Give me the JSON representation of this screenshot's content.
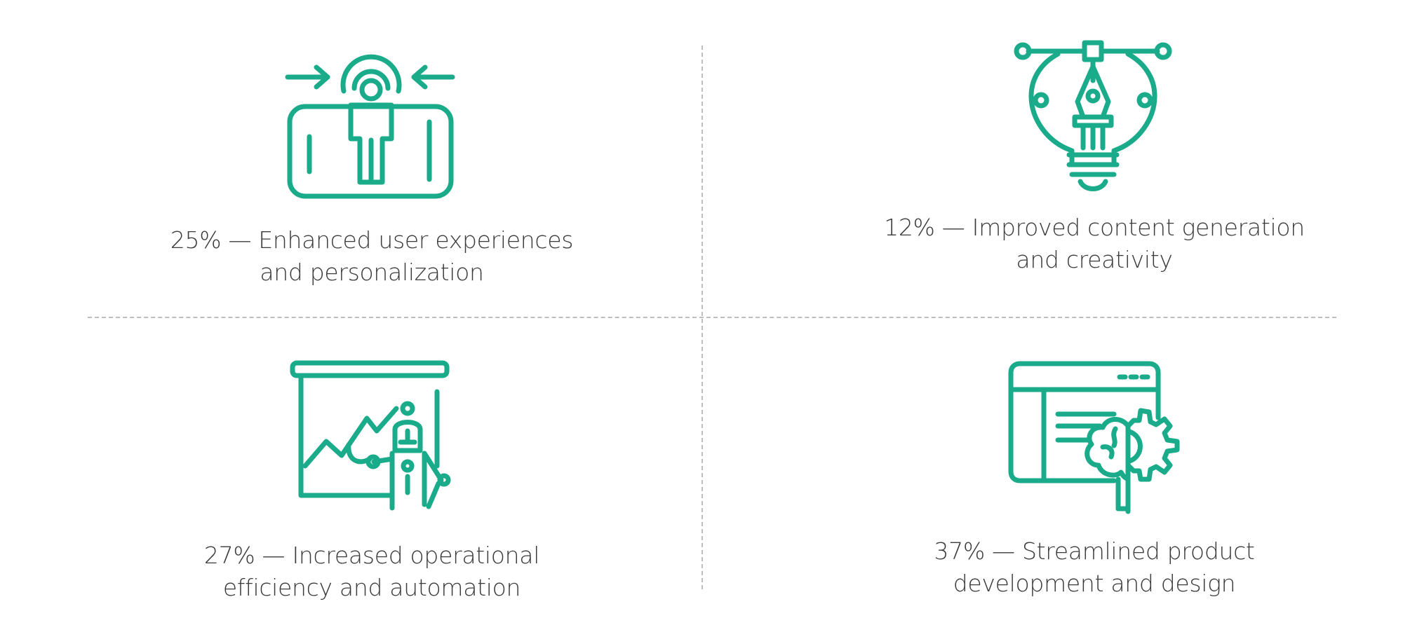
{
  "colors": {
    "accent": "#1aab8a",
    "text": "#3a3a3a",
    "divider": "#bdbdbd"
  },
  "items": [
    {
      "icon": "personalization-icon",
      "line1": "25% — Enhanced user experiences",
      "line2": "and personalization"
    },
    {
      "icon": "creative-pen-bulb-icon",
      "line1": "12% — Improved content generation",
      "line2": "and creativity"
    },
    {
      "icon": "presentation-chart-icon",
      "line1": "27% — Increased operational",
      "line2": "efficiency and automation"
    },
    {
      "icon": "brain-gear-window-icon",
      "line1": "37% — Streamlined product",
      "line2": "development and design"
    }
  ]
}
